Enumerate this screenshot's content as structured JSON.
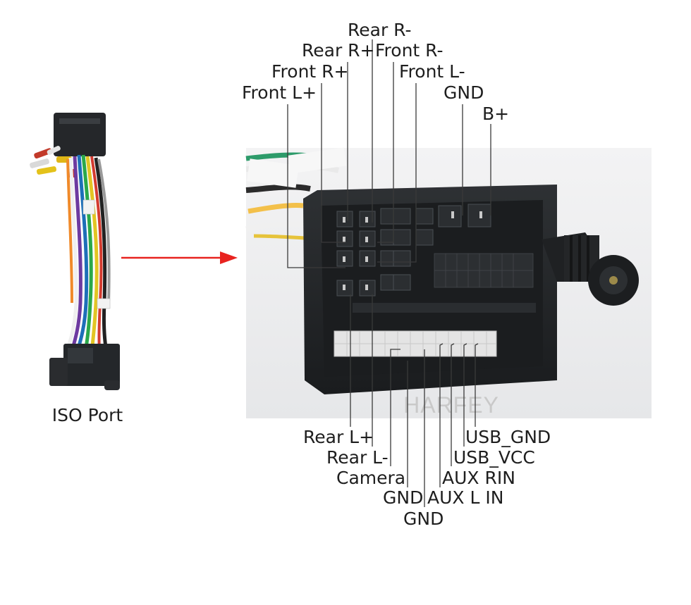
{
  "left_caption": "ISO Port",
  "watermark": "HARFEY",
  "arrow_color": "#e8231f",
  "top_labels": [
    "Rear R-",
    "Rear R+",
    "Front R-",
    "Front R+",
    "Front L-",
    "Front L+",
    "GND",
    "B+"
  ],
  "bottom_labels": [
    "Rear L+",
    "Rear L-",
    "Camera",
    "GND",
    "GND",
    "AUX L IN",
    "AUX RIN",
    "USB_VCC",
    "USB_GND"
  ]
}
